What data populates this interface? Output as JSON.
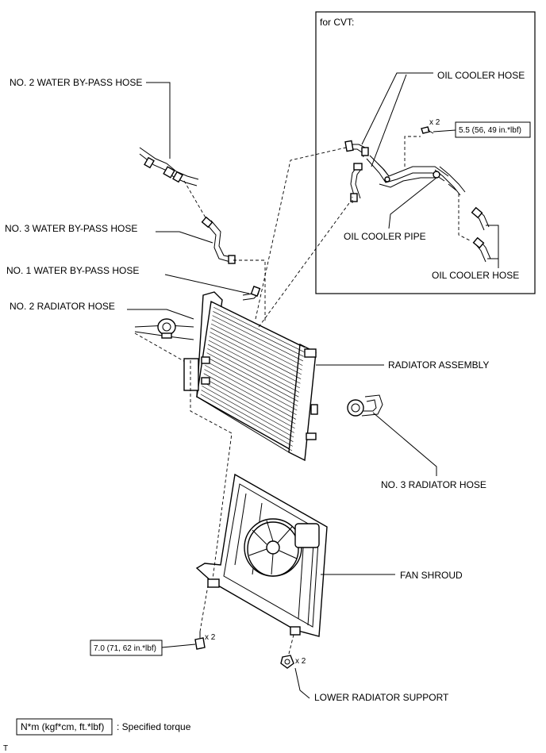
{
  "inset": {
    "title": "for CVT:"
  },
  "labels": {
    "no2_water_bypass_hose": "NO. 2 WATER BY-PASS HOSE",
    "no3_water_bypass_hose": "NO. 3 WATER BY-PASS HOSE",
    "no1_water_bypass_hose": "NO. 1 WATER BY-PASS HOSE",
    "no2_radiator_hose": "NO. 2 RADIATOR HOSE",
    "radiator_assembly": "RADIATOR ASSEMBLY",
    "no3_radiator_hose": "NO. 3 RADIATOR HOSE",
    "fan_shroud": "FAN SHROUD",
    "lower_radiator_support": "LOWER RADIATOR SUPPORT",
    "oil_cooler_hose_top": "OIL COOLER HOSE",
    "oil_cooler_pipe": "OIL COOLER PIPE",
    "oil_cooler_hose_bottom": "OIL COOLER HOSE"
  },
  "quantities": {
    "inset_bolt_qty": "x 2",
    "shroud_bolt_qty": "x 2",
    "support_qty": "x 2"
  },
  "torques": {
    "inset_torque": "5.5 (56, 49 in.*lbf)",
    "shroud_torque": "7.0 (71, 62 in.*lbf)"
  },
  "legend": {
    "unit_box": "N*m (kgf*cm, ft.*lbf)",
    "description": ": Specified torque"
  },
  "footer": {
    "code": "T"
  }
}
